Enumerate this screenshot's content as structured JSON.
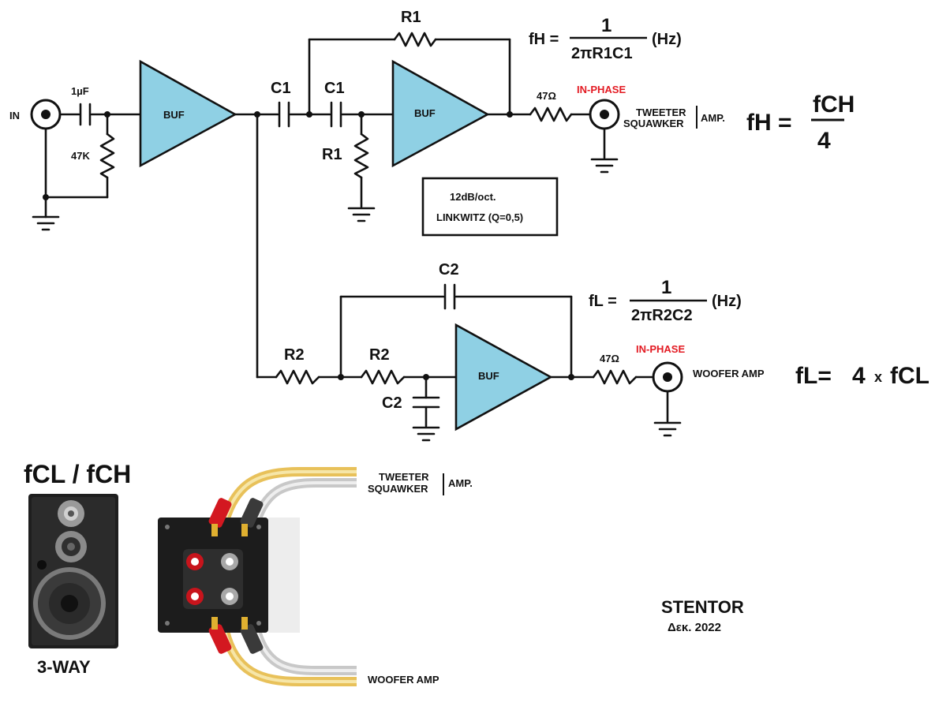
{
  "diagram": {
    "input": {
      "label": "IN"
    },
    "input_cap": {
      "value": "1µF"
    },
    "input_res": {
      "value": "47K"
    },
    "buffers": {
      "label": "BUF"
    },
    "high_pass": {
      "c1_left": "C1",
      "c1_right": "C1",
      "r1_top": "R1",
      "r1_ground": "R1",
      "out_res": "47Ω",
      "phase": "IN-PHASE",
      "out_label_1": "TWEETER",
      "out_label_2": "SQUAWKER",
      "out_label_amp": "AMP.",
      "formula": {
        "lhs": "fH =",
        "num": "1",
        "den": "2πR1C1",
        "unit": "(Hz)"
      },
      "ratio": {
        "lhs": "fH =",
        "num": "fCH",
        "den": "4"
      }
    },
    "filter_box": {
      "line1": "12dB/oct.",
      "line2": "LINKWITZ (Q=0,5)"
    },
    "low_pass": {
      "c2_top": "C2",
      "c2_ground": "C2",
      "r2_left": "R2",
      "r2_right": "R2",
      "out_res": "47Ω",
      "phase": "IN-PHASE",
      "out_label": "WOOFER AMP",
      "formula": {
        "lhs": "fL =",
        "num": "1",
        "den": "2πR2C2",
        "unit": "(Hz)"
      },
      "ratio": {
        "lhs": "fL=",
        "factor": "4",
        "times": "x",
        "rhs": "fCL"
      }
    }
  },
  "speaker": {
    "title": "fCL / fCH",
    "caption": "3-WAY"
  },
  "terminal": {
    "top_label_1": "TWEETER",
    "top_label_2": "SQUAWKER",
    "top_label_amp": "AMP.",
    "bottom_label": "WOOFER AMP"
  },
  "signature": {
    "name": "STENTOR",
    "date": "Δεκ. 2022"
  },
  "colors": {
    "buffer": "#8fd0e4",
    "phase": "#e31b23",
    "gold_cable": "#e8c15a",
    "silver_cable": "#c8c8c8",
    "cabinet": "#1e1e1e"
  }
}
